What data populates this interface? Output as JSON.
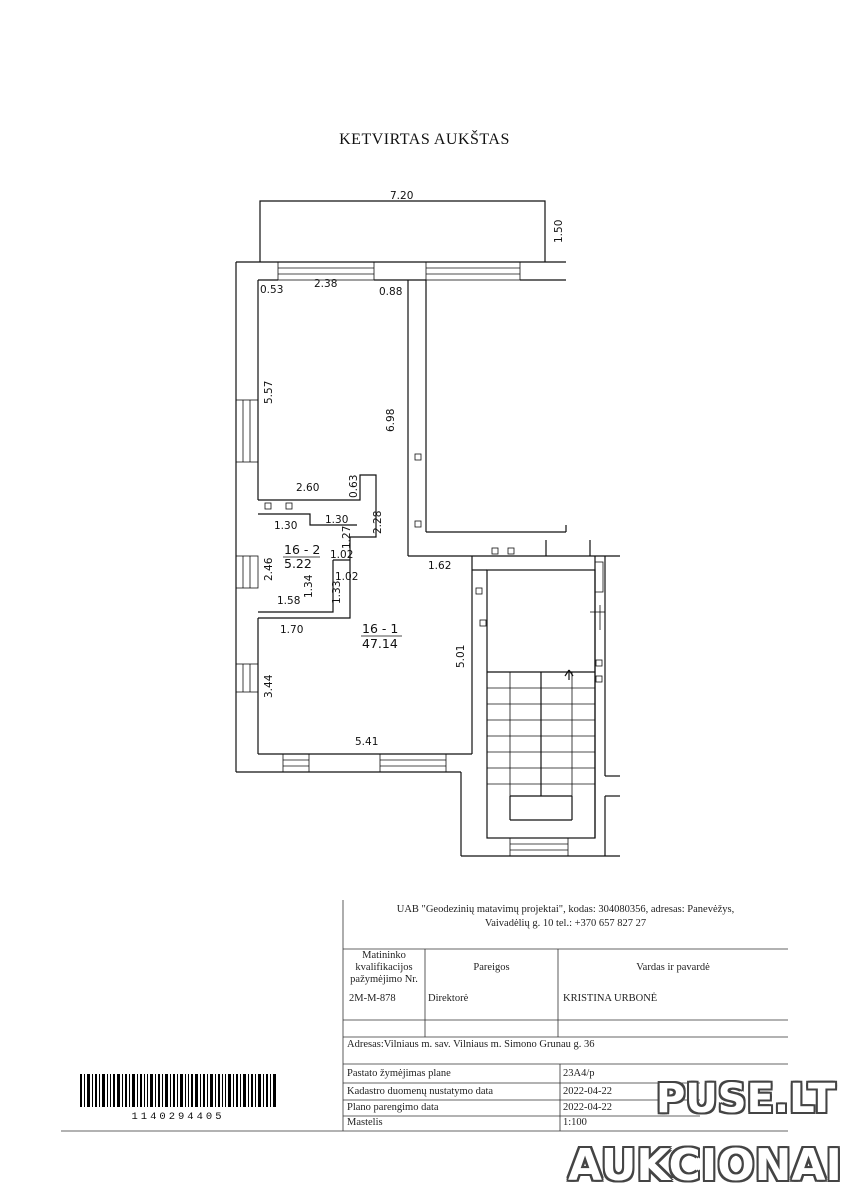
{
  "plan": {
    "title": "KETVIRTAS  AUKŠTAS",
    "dimensions": [
      "7.20",
      "1.50",
      "0.53",
      "2.38",
      "0.88",
      "5.57",
      "6.98",
      "2.60",
      "0.63",
      "1.30",
      "1.30",
      "2.28",
      "1.27",
      "2.46",
      "1.02",
      "1.02",
      "1.34",
      "1.33",
      "1.58",
      "1.62",
      "1.70",
      "5.01",
      "3.44",
      "5.41"
    ],
    "rooms": [
      {
        "label": "16 - 2",
        "area": "5.22"
      },
      {
        "label": "16 - 1",
        "area": "47.14"
      }
    ]
  },
  "title_block": {
    "company_line1": "UAB \"Geodezinių matavimų projektai\", kodas: 304080356, adresas: Panevėžys,",
    "company_line2": "Vaivadėlių g. 10 tel.: +370 657 827 27",
    "col1_header_l1": "Matininko",
    "col1_header_l2": "kvalifikacijos",
    "col1_header_l3": "pažymėjimo Nr.",
    "col2_header": "Pareigos",
    "col3_header": "Vardas ir pavardė",
    "cert_no": "2M-M-878",
    "position": "Direktorė",
    "name": "KRISTINA URBONĖ",
    "address": "Adresas:Vilniaus m. sav. Vilniaus m. Simono Grunau g. 36",
    "rows": [
      {
        "label": "Pastato žymėjimas plane",
        "value": "23A4/p"
      },
      {
        "label": "Kadastro duomenų nustatymo data",
        "value": "2022-04-22"
      },
      {
        "label": "Plano parengimo data",
        "value": "2022-04-22"
      },
      {
        "label": "Mastelis",
        "value": "1:100"
      }
    ]
  },
  "barcode": {
    "number": "1140294405"
  },
  "watermark": {
    "line1": "PUSE.LT",
    "line2": "AUKCIONAI"
  }
}
